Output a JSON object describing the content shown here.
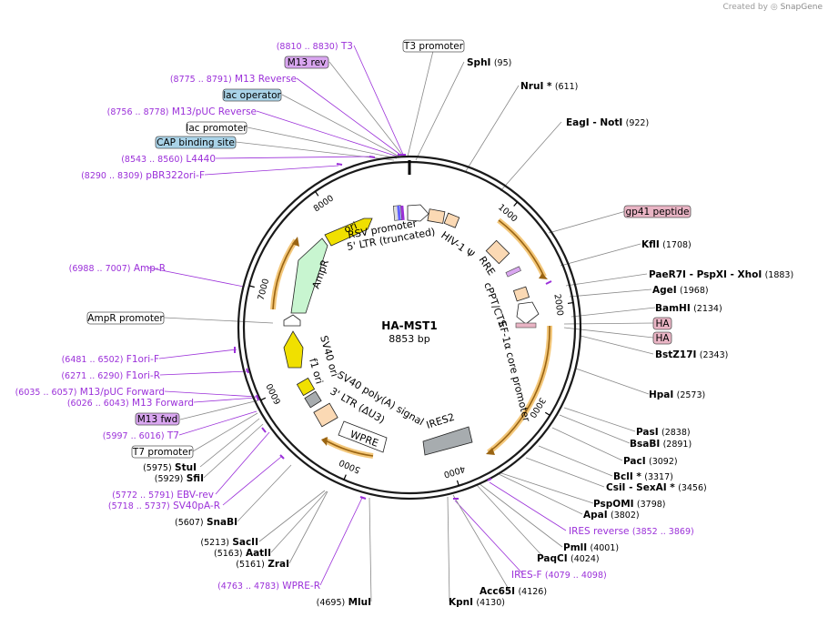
{
  "header": {
    "created_by": "Created by",
    "brand": "SnapGene"
  },
  "plasmid": {
    "name": "HA-MST1",
    "length": 8853,
    "length_label": "8853 bp"
  },
  "colors": {
    "sites": "#000000",
    "primers": "#9b30d9",
    "leader_gray": "#888888",
    "orf": "#f5a623",
    "ori": "#f0e000",
    "ampr": "#c8f5d0",
    "ltr": "#fbd9b4",
    "purple_box": "#d9a6f0",
    "blue_box": "#a9d3e8",
    "pink_box": "#e9b4c4",
    "ires": "#a7acaf",
    "backbone": "#1a1a1a"
  },
  "ring_ticks": [
    "1000",
    "2000",
    "3000",
    "4000",
    "5000",
    "6000",
    "7000",
    "8000"
  ],
  "labels": [
    {
      "id": "t3-coords",
      "coord": "(8810 .. 8830)",
      "name": "T3",
      "kind": "primer"
    },
    {
      "id": "m13-rev",
      "name": "M13 rev",
      "kind": "box-purple"
    },
    {
      "id": "m13-reverse",
      "coord": "(8775 .. 8791)",
      "name": "M13 Reverse",
      "kind": "primer"
    },
    {
      "id": "lac-operator",
      "name": "lac operator",
      "kind": "box-blue"
    },
    {
      "id": "m13-puc-reverse",
      "coord": "(8756 .. 8778)",
      "name": "M13/pUC Reverse",
      "kind": "primer"
    },
    {
      "id": "lac-promoter",
      "name": "lac promoter",
      "kind": "box-white"
    },
    {
      "id": "cap-binding-site",
      "name": "CAP binding site",
      "kind": "box-blue"
    },
    {
      "id": "l4440",
      "coord": "(8543 .. 8560)",
      "name": "L4440",
      "kind": "primer"
    },
    {
      "id": "pbr322ori-f",
      "coord": "(8290 .. 8309)",
      "name": "pBR322ori-F",
      "kind": "primer"
    },
    {
      "id": "t3-promoter",
      "name": "T3 promoter",
      "kind": "box-white"
    },
    {
      "id": "sphi",
      "name": "SphI",
      "coord": "(95)",
      "kind": "site"
    },
    {
      "id": "nrui",
      "name": "NruI *",
      "coord": "(611)",
      "kind": "site"
    },
    {
      "id": "eagi-noti",
      "name": "EagI  - NotI",
      "coord": "(922)",
      "kind": "site"
    },
    {
      "id": "gp41-peptide",
      "name": "gp41 peptide",
      "kind": "box-pink"
    },
    {
      "id": "kfli",
      "name": "KflI",
      "coord": "(1708)",
      "kind": "site"
    },
    {
      "id": "paer7i",
      "name": "PaeR7I  - PspXI  - XhoI",
      "coord": "(1883)",
      "kind": "site"
    },
    {
      "id": "agei",
      "name": "AgeI",
      "coord": "(1968)",
      "kind": "site"
    },
    {
      "id": "bamhi",
      "name": "BamHI",
      "coord": "(2134)",
      "kind": "site"
    },
    {
      "id": "ha1",
      "name": "HA",
      "kind": "box-pink"
    },
    {
      "id": "ha2",
      "name": "HA",
      "kind": "box-pink"
    },
    {
      "id": "bstz17i",
      "name": "BstZ17I",
      "coord": "(2343)",
      "kind": "site"
    },
    {
      "id": "hpai",
      "name": "HpaI",
      "coord": "(2573)",
      "kind": "site"
    },
    {
      "id": "pasi",
      "name": "PasI",
      "coord": "(2838)",
      "kind": "site"
    },
    {
      "id": "bsabi",
      "name": "BsaBI",
      "coord": "(2891)",
      "kind": "site"
    },
    {
      "id": "paci",
      "name": "PacI",
      "coord": "(3092)",
      "kind": "site"
    },
    {
      "id": "bcli",
      "name": "BclI *",
      "coord": "(3317)",
      "kind": "site"
    },
    {
      "id": "csii",
      "name": "CsiI  - SexAI *",
      "coord": "(3456)",
      "kind": "site"
    },
    {
      "id": "pspomi",
      "name": "PspOMI",
      "coord": "(3798)",
      "kind": "site"
    },
    {
      "id": "apai",
      "name": "ApaI",
      "coord": "(3802)",
      "kind": "site"
    },
    {
      "id": "ires-reverse",
      "name": "IRES reverse",
      "coord": "(3852 .. 3869)",
      "kind": "primer"
    },
    {
      "id": "pmli",
      "name": "PmlI",
      "coord": "(4001)",
      "kind": "site"
    },
    {
      "id": "paqci",
      "name": "PaqCI",
      "coord": "(4024)",
      "kind": "site"
    },
    {
      "id": "ires-f",
      "name": "IRES-F",
      "coord": "(4079 .. 4098)",
      "kind": "primer"
    },
    {
      "id": "acc65i",
      "name": "Acc65I",
      "coord": "(4126)",
      "kind": "site"
    },
    {
      "id": "kpni",
      "name": "KpnI",
      "coord": "(4130)",
      "kind": "site"
    },
    {
      "id": "mlui",
      "name": "MluI",
      "coord": "(4695)",
      "kind": "site"
    },
    {
      "id": "wpre-r",
      "name": "WPRE-R",
      "coord": "(4763 .. 4783)",
      "kind": "primer"
    },
    {
      "id": "zrai",
      "name": "ZraI",
      "coord": "(5161)",
      "kind": "site"
    },
    {
      "id": "aatii",
      "name": "AatII",
      "coord": "(5163)",
      "kind": "site"
    },
    {
      "id": "sacii",
      "name": "SacII",
      "coord": "(5213)",
      "kind": "site"
    },
    {
      "id": "snabi",
      "name": "SnaBI",
      "coord": "(5607)",
      "kind": "site"
    },
    {
      "id": "sv40pa-r",
      "name": "SV40pA-R",
      "coord": "(5718 .. 5737)",
      "kind": "primer"
    },
    {
      "id": "ebv-rev",
      "name": "EBV-rev",
      "coord": "(5772 .. 5791)",
      "kind": "primer"
    },
    {
      "id": "sfii",
      "name": "SfiI",
      "coord": "(5929)",
      "kind": "site"
    },
    {
      "id": "stui",
      "name": "StuI",
      "coord": "(5975)",
      "kind": "site"
    },
    {
      "id": "t7-promoter",
      "name": "T7 promoter",
      "kind": "box-white"
    },
    {
      "id": "t7",
      "name": "T7",
      "coord": "(5997 .. 6016)",
      "kind": "primer"
    },
    {
      "id": "m13-fwd",
      "name": "M13 fwd",
      "kind": "box-purple"
    },
    {
      "id": "m13-forward",
      "name": "M13 Forward",
      "coord": "(6026 .. 6043)",
      "kind": "primer"
    },
    {
      "id": "m13-puc-forward",
      "name": "M13/pUC Forward",
      "coord": "(6035 .. 6057)",
      "kind": "primer"
    },
    {
      "id": "f1ori-r",
      "name": "F1ori-R",
      "coord": "(6271 .. 6290)",
      "kind": "primer"
    },
    {
      "id": "f1ori-f",
      "name": "F1ori-F",
      "coord": "(6481 .. 6502)",
      "kind": "primer"
    },
    {
      "id": "ampr-promoter",
      "name": "AmpR promoter",
      "kind": "box-white"
    },
    {
      "id": "amp-r",
      "name": "Amp-R",
      "coord": "(6988 .. 7007)",
      "kind": "primer"
    }
  ],
  "features": [
    {
      "id": "ori",
      "name": "ori"
    },
    {
      "id": "ampr",
      "name": "AmpR"
    },
    {
      "id": "rsv-promoter",
      "name": "RSV promoter"
    },
    {
      "id": "ltr5",
      "name": "5' LTR (truncated)"
    },
    {
      "id": "hiv-psi",
      "name": "HIV-1 Ψ"
    },
    {
      "id": "rre",
      "name": "RRE"
    },
    {
      "id": "cppt",
      "name": "cPPT/CTS"
    },
    {
      "id": "ef1a",
      "name": "EF-1α core promoter"
    },
    {
      "id": "sv40-ori",
      "name": "SV40 ori"
    },
    {
      "id": "f1-ori",
      "name": "f1 ori"
    },
    {
      "id": "sv40-polya",
      "name": "SV40 poly(A) signal"
    },
    {
      "id": "ltr3",
      "name": "3' LTR (ΔU3)"
    },
    {
      "id": "wpre",
      "name": "WPRE"
    },
    {
      "id": "ires2",
      "name": "IRES2"
    }
  ]
}
